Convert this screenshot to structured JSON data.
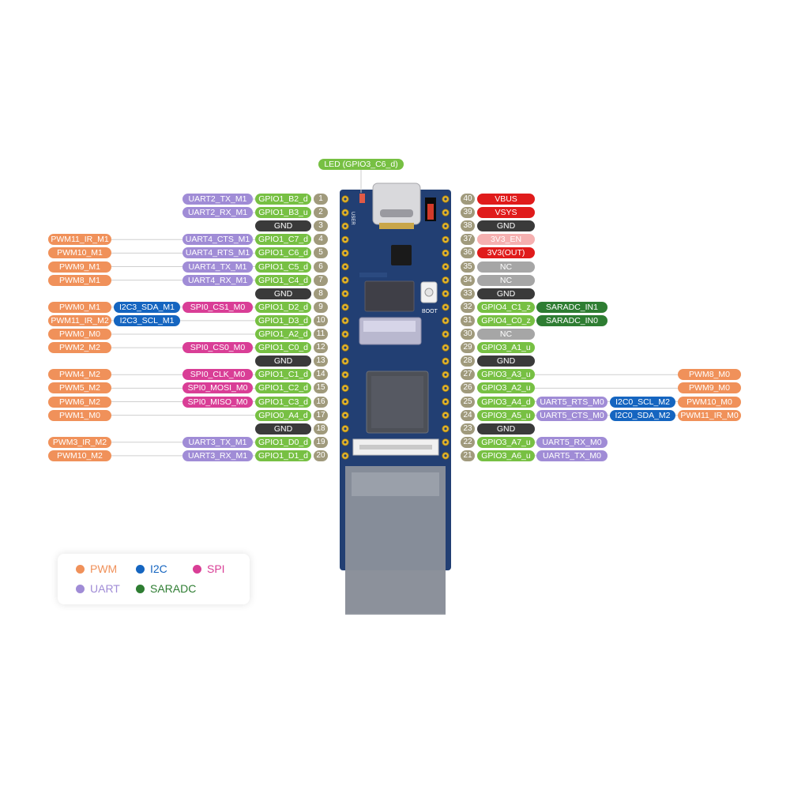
{
  "led_label": "LED (GPIO3_C6_d)",
  "board_text": {
    "user": "USER",
    "boot": "BOOT"
  },
  "colors": {
    "pwm": "#f0915a",
    "i2c": "#1565c0",
    "spi": "#d93e96",
    "uart": "#a08cd6",
    "saradc": "#2e7d32",
    "gpio": "#77c043",
    "pin": "#a09a7c",
    "gnd": "#3a3a3a",
    "nc": "#a6a6a6",
    "power": "#e01b1b",
    "power_light": "#f5b0b0"
  },
  "left_pins": [
    {
      "num": "1",
      "gpio": "GPIO1_B2_d",
      "uart": "UART2_TX_M1"
    },
    {
      "num": "2",
      "gpio": "GPIO1_B3_u",
      "uart": "UART2_RX_M1"
    },
    {
      "num": "3",
      "gpio": "GND"
    },
    {
      "num": "4",
      "gpio": "GPIO1_C7_d",
      "uart": "UART4_CTS_M1",
      "pwm": "PWM11_IR_M1"
    },
    {
      "num": "5",
      "gpio": "GPIO1_C6_d",
      "uart": "UART4_RTS_M1",
      "pwm": "PWM10_M1"
    },
    {
      "num": "6",
      "gpio": "GPIO1_C5_d",
      "uart": "UART4_TX_M1",
      "pwm": "PWM9_M1"
    },
    {
      "num": "7",
      "gpio": "GPIO1_C4_d",
      "uart": "UART4_RX_M1",
      "pwm": "PWM8_M1"
    },
    {
      "num": "8",
      "gpio": "GND"
    },
    {
      "num": "9",
      "gpio": "GPIO1_D2_d",
      "spi": "SPI0_CS1_M0",
      "i2c": "I2C3_SDA_M1",
      "pwm": "PWM0_M1"
    },
    {
      "num": "10",
      "gpio": "GPIO1_D3_d",
      "i2c": "I2C3_SCL_M1",
      "pwm": "PWM11_IR_M2"
    },
    {
      "num": "11",
      "gpio": "GPIO1_A2_d",
      "pwm": "PWM0_M0"
    },
    {
      "num": "12",
      "gpio": "GPIO1_C0_d",
      "spi": "SPI0_CS0_M0",
      "pwm": "PWM2_M2"
    },
    {
      "num": "13",
      "gpio": "GND"
    },
    {
      "num": "14",
      "gpio": "GPIO1_C1_d",
      "spi": "SPI0_CLK_M0",
      "pwm": "PWM4_M2"
    },
    {
      "num": "15",
      "gpio": "GPIO1_C2_d",
      "spi": "SPI0_MOSI_M0",
      "pwm": "PWM5_M2"
    },
    {
      "num": "16",
      "gpio": "GPIO1_C3_d",
      "spi": "SPI0_MISO_M0",
      "pwm": "PWM6_M2"
    },
    {
      "num": "17",
      "gpio": "GPIO0_A4_d",
      "pwm": "PWM1_M0"
    },
    {
      "num": "18",
      "gpio": "GND"
    },
    {
      "num": "19",
      "gpio": "GPIO1_D0_d",
      "uart": "UART3_TX_M1",
      "pwm": "PWM3_IR_M2"
    },
    {
      "num": "20",
      "gpio": "GPIO1_D1_d",
      "uart": "UART3_RX_M1",
      "pwm": "PWM10_M2"
    }
  ],
  "right_pins": [
    {
      "num": "40",
      "gpio": "VBUS",
      "kind": "power"
    },
    {
      "num": "39",
      "gpio": "VSYS",
      "kind": "power"
    },
    {
      "num": "38",
      "gpio": "GND"
    },
    {
      "num": "37",
      "gpio": "3V3_EN",
      "kind": "power_light"
    },
    {
      "num": "36",
      "gpio": "3V3(OUT)",
      "kind": "power"
    },
    {
      "num": "35",
      "gpio": "NC",
      "kind": "nc"
    },
    {
      "num": "34",
      "gpio": "NC",
      "kind": "nc"
    },
    {
      "num": "33",
      "gpio": "GND"
    },
    {
      "num": "32",
      "gpio": "GPIO4_C1_z",
      "saradc": "SARADC_IN1"
    },
    {
      "num": "31",
      "gpio": "GPIO4_C0_z",
      "saradc": "SARADC_IN0"
    },
    {
      "num": "30",
      "gpio": "NC",
      "kind": "nc"
    },
    {
      "num": "29",
      "gpio": "GPIO3_A1_u"
    },
    {
      "num": "28",
      "gpio": "GND"
    },
    {
      "num": "27",
      "gpio": "GPIO3_A3_u",
      "pwm": "PWM8_M0"
    },
    {
      "num": "26",
      "gpio": "GPIO3_A2_u",
      "pwm": "PWM9_M0"
    },
    {
      "num": "25",
      "gpio": "GPIO3_A4_d",
      "uart": "UART5_RTS_M0",
      "i2c": "I2C0_SCL_M2",
      "pwm": "PWM10_M0"
    },
    {
      "num": "24",
      "gpio": "GPIO3_A5_u",
      "uart": "UART5_CTS_M0",
      "i2c": "I2C0_SDA_M2",
      "pwm": "PWM11_IR_M0"
    },
    {
      "num": "23",
      "gpio": "GND"
    },
    {
      "num": "22",
      "gpio": "GPIO3_A7_u",
      "uart": "UART5_RX_M0"
    },
    {
      "num": "21",
      "gpio": "GPIO3_A6_u",
      "uart": "UART5_TX_M0"
    }
  ],
  "legend": [
    {
      "label": "PWM",
      "color": "#f0915a"
    },
    {
      "label": "I2C",
      "color": "#1565c0"
    },
    {
      "label": "SPI",
      "color": "#d93e96"
    },
    {
      "label": "UART",
      "color": "#a08cd6"
    },
    {
      "label": "SARADC",
      "color": "#2e7d32"
    }
  ]
}
